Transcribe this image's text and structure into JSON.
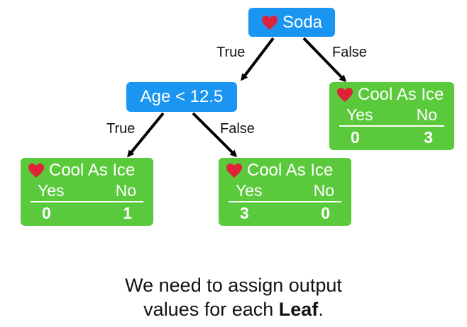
{
  "root": {
    "label": "Soda"
  },
  "root_edges": {
    "true_label": "True",
    "false_label": "False"
  },
  "age_node": {
    "label": "Age < 12.5"
  },
  "age_edges": {
    "true_label": "True",
    "false_label": "False"
  },
  "leaves": [
    {
      "title": "Cool As Ice",
      "yes_label": "Yes",
      "no_label": "No",
      "yes_value": "0",
      "no_value": "1"
    },
    {
      "title": "Cool As Ice",
      "yes_label": "Yes",
      "no_label": "No",
      "yes_value": "3",
      "no_value": "0"
    },
    {
      "title": "Cool As Ice",
      "yes_label": "Yes",
      "no_label": "No",
      "yes_value": "0",
      "no_value": "3"
    }
  ],
  "caption": {
    "line1": "We need to assign output",
    "line2_prefix": "values for each ",
    "line2_bold": "Leaf",
    "line2_suffix": "."
  },
  "colors": {
    "decision_node": "#1a95f2",
    "leaf_node": "#5ac93b",
    "heart": "#e0213a",
    "arrow": "#000000"
  }
}
